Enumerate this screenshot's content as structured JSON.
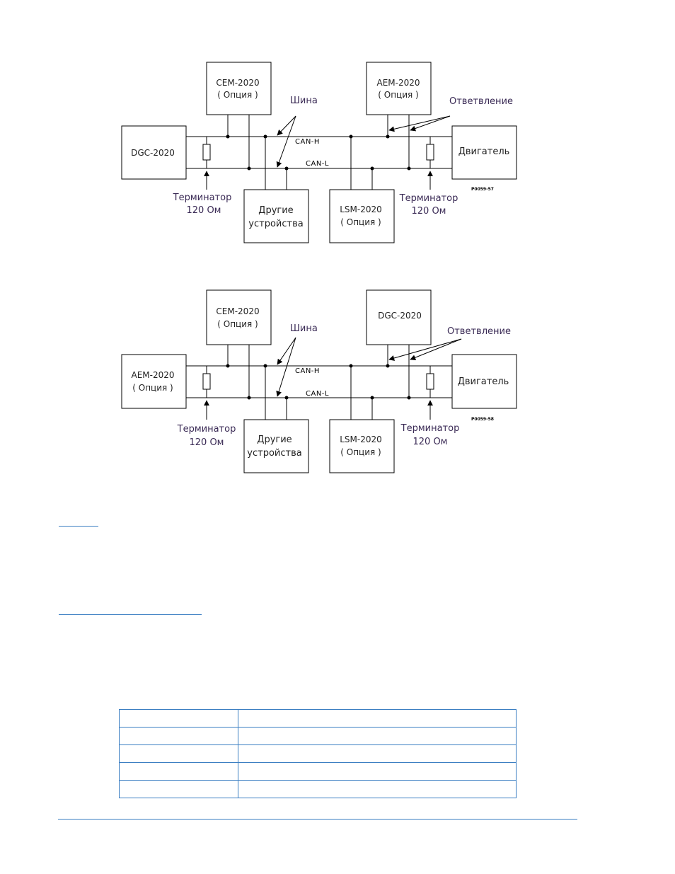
{
  "diagram1": {
    "left_device": "DGC-2020",
    "top_left": [
      "CEM-2020",
      "( Опция )"
    ],
    "top_right": [
      "AEM-2020",
      "( Опция )"
    ],
    "engine": "Двигатель",
    "bottom_mid": [
      "Другие",
      "устройства"
    ],
    "bottom_right": [
      "LSM-2020",
      "( Опция )"
    ],
    "bus": "Шина",
    "branch": "Ответвление",
    "can_h": "CAN-H",
    "can_l": "CAN-L",
    "terminator_left": [
      "Терминатор",
      "120 Ом"
    ],
    "terminator_right": [
      "Терминатор",
      "120 Ом"
    ],
    "code": "P0059-57"
  },
  "diagram2": {
    "left_device": [
      "AEM-2020",
      "( Опция )"
    ],
    "top_left": [
      "CEM-2020",
      "( Опция )"
    ],
    "top_right": "DGC-2020",
    "engine": "Двигатель",
    "bottom_mid": [
      "Другие",
      "устройства"
    ],
    "bottom_right": [
      "LSM-2020",
      "( Опция )"
    ],
    "bus": "Шина",
    "branch": "Ответвление",
    "can_h": "CAN-H",
    "can_l": "CAN-L",
    "terminator_left": [
      "Терминатор",
      "120 Ом"
    ],
    "terminator_right": [
      "Терминатор",
      "120 Ом"
    ],
    "code": "P0059-58"
  },
  "table": {
    "rows": [
      [
        "",
        ""
      ],
      [
        "",
        ""
      ],
      [
        "",
        ""
      ],
      [
        "",
        ""
      ],
      [
        "",
        ""
      ]
    ]
  },
  "colors": {
    "accent": "#3b7ec2",
    "label_text": "#3a2a55"
  }
}
